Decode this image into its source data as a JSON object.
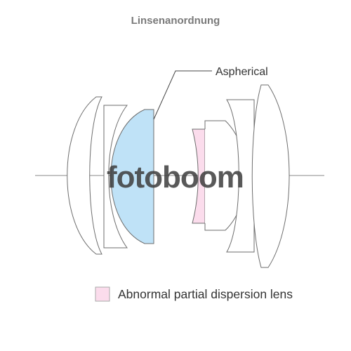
{
  "title": "Linsenanordnung",
  "callout_label": "Aspherical",
  "legend": {
    "label": "Abnormal partial dispersion lens",
    "swatch_color": "#fbdcec"
  },
  "watermark": "fotoboom",
  "colors": {
    "aspherical_fill": "#bfe2f7",
    "apd_fill": "#fbdcec",
    "outline": "#6e6e6e",
    "watermark": "#3c3c3c"
  }
}
